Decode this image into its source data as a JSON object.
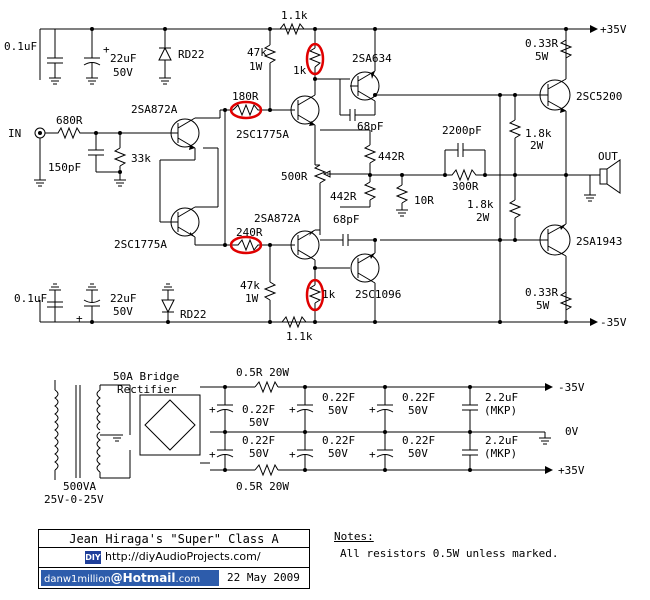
{
  "labels": {
    "supply_pos": "+35V",
    "supply_neg": "-35V",
    "out": "OUT",
    "in": "IN",
    "r_top_fb": "1.1k",
    "r_bot_fb": "1.1k",
    "c_top_01": "0.1uF",
    "c_top_22": "22uF",
    "c_top_50v": "50V",
    "z_top": "RD22",
    "r_47k_top": "47k",
    "r_1w_top": "1W",
    "r_1k_top": "1k",
    "q_2sa634": "2SA634",
    "r_033_top": "0.33R",
    "r_5w_top": "5W",
    "q_2sc5200": "2SC5200",
    "r_680": "680R",
    "q_2sa872_top": "2SA872A",
    "r_180": "180R",
    "q_2sc1775_top": "2SC1775A",
    "c_68_top": "68pF",
    "c_2200": "2200pF",
    "r_18k_top": "1.8k",
    "r_2w_top": "2W",
    "c_150": "150pF",
    "r_33k": "33k",
    "r_442_top": "442R",
    "r_500": "500R",
    "r_300": "300R",
    "r_442_bot": "442R",
    "r_10": "10R",
    "r_18k_bot": "1.8k",
    "r_2w_bot": "2W",
    "q_2sa872_bot": "2SA872A",
    "c_68_bot": "68pF",
    "r_240": "240R",
    "q_2sc1775_bot": "2SC1775A",
    "q_2sa1943": "2SA1943",
    "r_47k_bot": "47k",
    "r_1w_bot": "1W",
    "r_1k_bot": "1k",
    "q_2sc1096": "2SC1096",
    "c_bot_01": "0.1uF",
    "c_bot_22": "22uF",
    "c_bot_50v": "50V",
    "z_bot": "RD22",
    "r_033_bot": "0.33R",
    "r_5w_bot": "5W",
    "bridge_1": "50A Bridge",
    "bridge_2": "Rectifier",
    "r_05_top": "0.5R 20W",
    "r_05_bot": "0.5R 20W",
    "ps_neg": "-35V",
    "ps_0v": "0V",
    "ps_pos": "+35V",
    "c_ps1": "0.22F",
    "c_ps1v": "50V",
    "c_ps2": "0.22F",
    "c_ps2v": "50V",
    "c_ps3": "0.22F",
    "c_ps3v": "50V",
    "c_ps4": "0.22F",
    "c_ps4v": "50V",
    "c_ps5": "0.22F",
    "c_ps5v": "50V",
    "c_ps6": "0.22F",
    "c_ps6v": "50V",
    "c_mkp1": "2.2uF",
    "c_mkp1t": "(MKP)",
    "c_mkp2": "2.2uF",
    "c_mkp2t": "(MKP)",
    "xfmr_1": "500VA",
    "xfmr_2": "25V-0-25V"
  },
  "title_block": {
    "title": "Jean Hiraga's \"Super\" Class A",
    "diy_badge": "DIY",
    "url": "http://diyAudioProjects.com/",
    "email_user": "danw1million",
    "email_at": "@",
    "email_host": "Hotmail",
    "email_tld": ".com",
    "date": "22 May 2009"
  },
  "notes": {
    "heading": "Notes:",
    "text": "All resistors 0.5W unless marked."
  },
  "colors": {
    "ink": "#000000",
    "highlight": "#e00000",
    "badge_blue": "#1f3f9a",
    "email_blue": "#2d5cab"
  }
}
